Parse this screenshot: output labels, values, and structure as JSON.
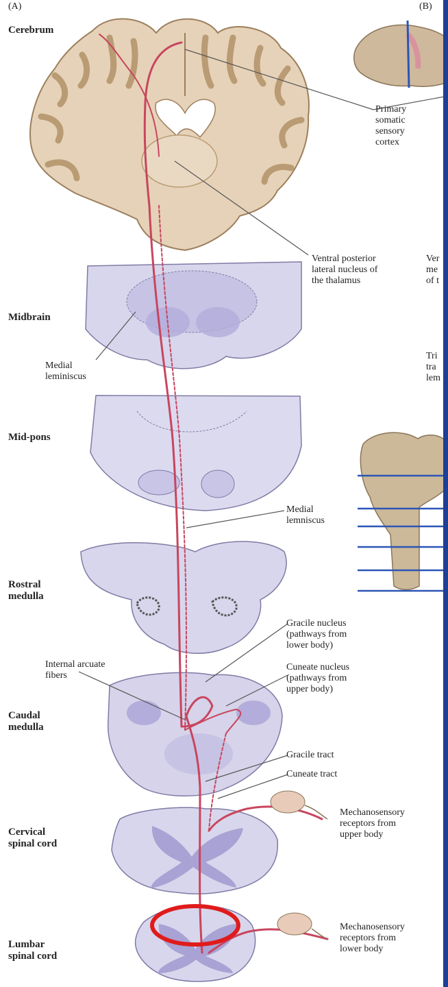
{
  "panels": {
    "a": "(A)",
    "b": "(B)"
  },
  "levels": {
    "cerebrum": "Cerebrum",
    "midbrain": "Midbrain",
    "midpons": "Mid-pons",
    "rostral_medulla": "Rostral\nmedulla",
    "caudal_medulla": "Caudal\nmedulla",
    "cervical": "Cervical\nspinal cord",
    "lumbar": "Lumbar\nspinal cord"
  },
  "labels": {
    "primary_cortex": "Primary\nsomatic\nsensory\ncortex",
    "vpl": "Ventral posterior\nlateral nucleus of\nthe thalamus",
    "medial_lemniscus_mid": "Medial\nleminiscus",
    "medial_lemniscus_pons": "Medial\nlemniscus",
    "gracile_nucleus": "Gracile nucleus\n(pathways from\nlower body)",
    "cuneate_nucleus": "Cuneate nucleus\n(pathways from\nupper body)",
    "internal_arcuate": "Internal arcuate\nfibers",
    "gracile_tract": "Gracile tract",
    "cuneate_tract": "Cuneate tract",
    "mech_upper": "Mechanosensory\nreceptors from\nupper body",
    "mech_lower": "Mechanosensory\nreceptors from\nlower body"
  },
  "cropped_labels": {
    "b1": "Ver\nme\nof t",
    "b2": "Tri\ntra\nlem"
  },
  "colors": {
    "tissue": "#e6d2b8",
    "cortex": "#b99b74",
    "section_fill": "#d8d6ec",
    "grey_matter": "#b3addb",
    "pathway": "#c8455e",
    "highlight": "#e01b1b",
    "leader": "#555555",
    "brainstem": "#a08d70",
    "cut_lines": "#2c55b5"
  }
}
